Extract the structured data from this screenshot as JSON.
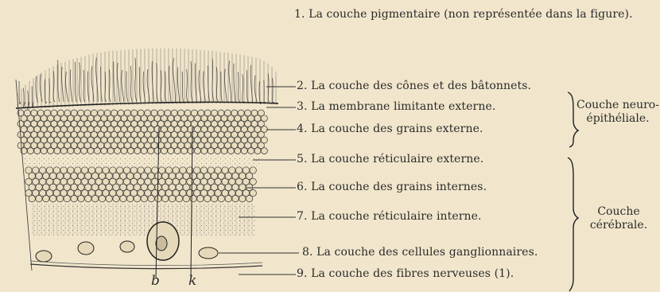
{
  "labels": {
    "l1": "1. La couche pigmentaire (non représentée dans la figure).",
    "l2": "2. La couche des cônes et des bâtonnets.",
    "l3": "3. La membrane limitante externe.",
    "l4": "4. La couche des grains externe.",
    "l5": "5. La couche réticulaire externe.",
    "l6": "6. La couche des grains internes.",
    "l7": "7. La couche réticulaire interne.",
    "l8": "8. La couche des cellules ganglionnaires.",
    "l9": "9. La couche des fibres nerveuses (1)."
  },
  "groups": {
    "neuro_line1": "Couche neuro-",
    "neuro_line2": "épithéliale.",
    "cerebral_line1": "Couche",
    "cerebral_line2": "cérébrale."
  },
  "letters": {
    "b": "b",
    "k": "k"
  },
  "colors": {
    "paper": "#f1e6cc",
    "ink": "#2a2a2a"
  }
}
